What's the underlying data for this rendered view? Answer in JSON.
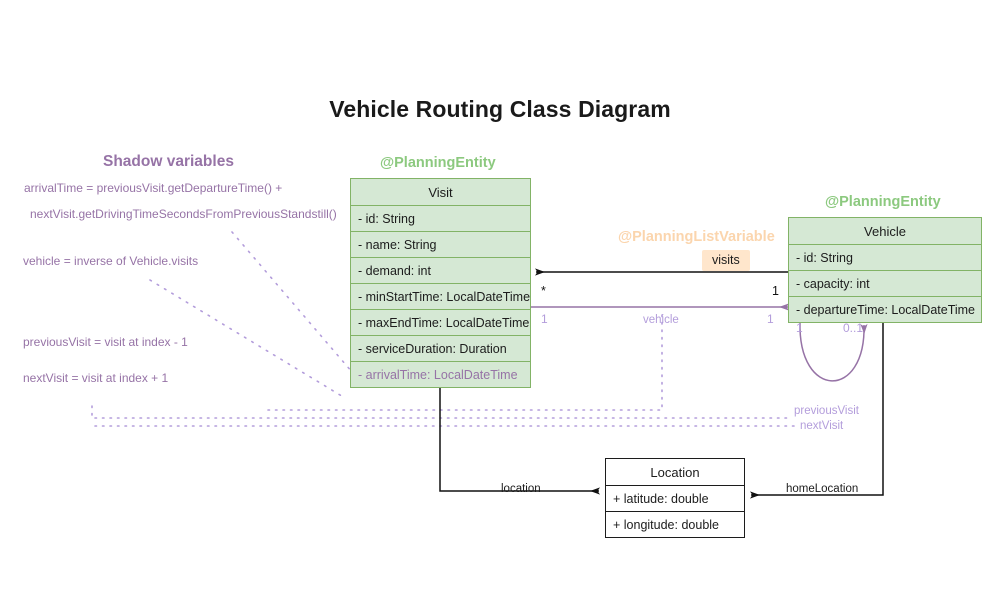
{
  "diagram": {
    "title": "Vehicle Routing Class Diagram"
  },
  "shadow_panel": {
    "title": "Shadow variables",
    "lines": [
      "arrivalTime = previousVisit.getDepartureTime() +",
      "nextVisit.getDrivingTimeSecondsFromPreviousStandstill()",
      "vehicle = inverse of Vehicle.visits",
      "previousVisit = visit at index - 1",
      "nextVisit = visit at index + 1"
    ]
  },
  "classes": {
    "visit": {
      "stereotype": "@PlanningEntity",
      "name": "Visit",
      "attributes": [
        "- id: String",
        "- name: String",
        "- demand: int",
        "- minStartTime: LocalDateTime",
        "- maxEndTime: LocalDateTime",
        "- serviceDuration: Duration",
        "- arrivalTime: LocalDateTime"
      ],
      "shadow_attributes": [
        "- arrivalTime: LocalDateTime"
      ]
    },
    "vehicle": {
      "stereotype": "@PlanningEntity",
      "name": "Vehicle",
      "attributes": [
        "- id: String",
        "- capacity: int",
        "- departureTime: LocalDateTime"
      ]
    },
    "location": {
      "name": "Location",
      "attributes": [
        "+ latitude: double",
        "+ longitude: double"
      ]
    }
  },
  "relations": {
    "visits": {
      "stereotype": "@PlanningListVariable",
      "label": "visits",
      "source_multiplicity": "*",
      "target_multiplicity": "1"
    },
    "vehicle_ref": {
      "label": "vehicle",
      "source_multiplicity": "1",
      "target_multiplicity": "1"
    },
    "vehicle_self": {
      "source_multiplicity": "1",
      "target_multiplicity": "0..1"
    },
    "previous_visit": {
      "label": "previousVisit"
    },
    "next_visit": {
      "label": "nextVisit"
    },
    "location": {
      "label": "location"
    },
    "home_location": {
      "label": "homeLocation"
    }
  },
  "colors": {
    "entity_fill": "#d5e8d4",
    "entity_border": "#82b366",
    "shadow_purple": "#9673a6",
    "light_purple": "#b39ddb",
    "badge_fill": "#ffe6cc",
    "stereo_green": "#8cc97f",
    "stereo_orange": "#fbd5ad"
  }
}
